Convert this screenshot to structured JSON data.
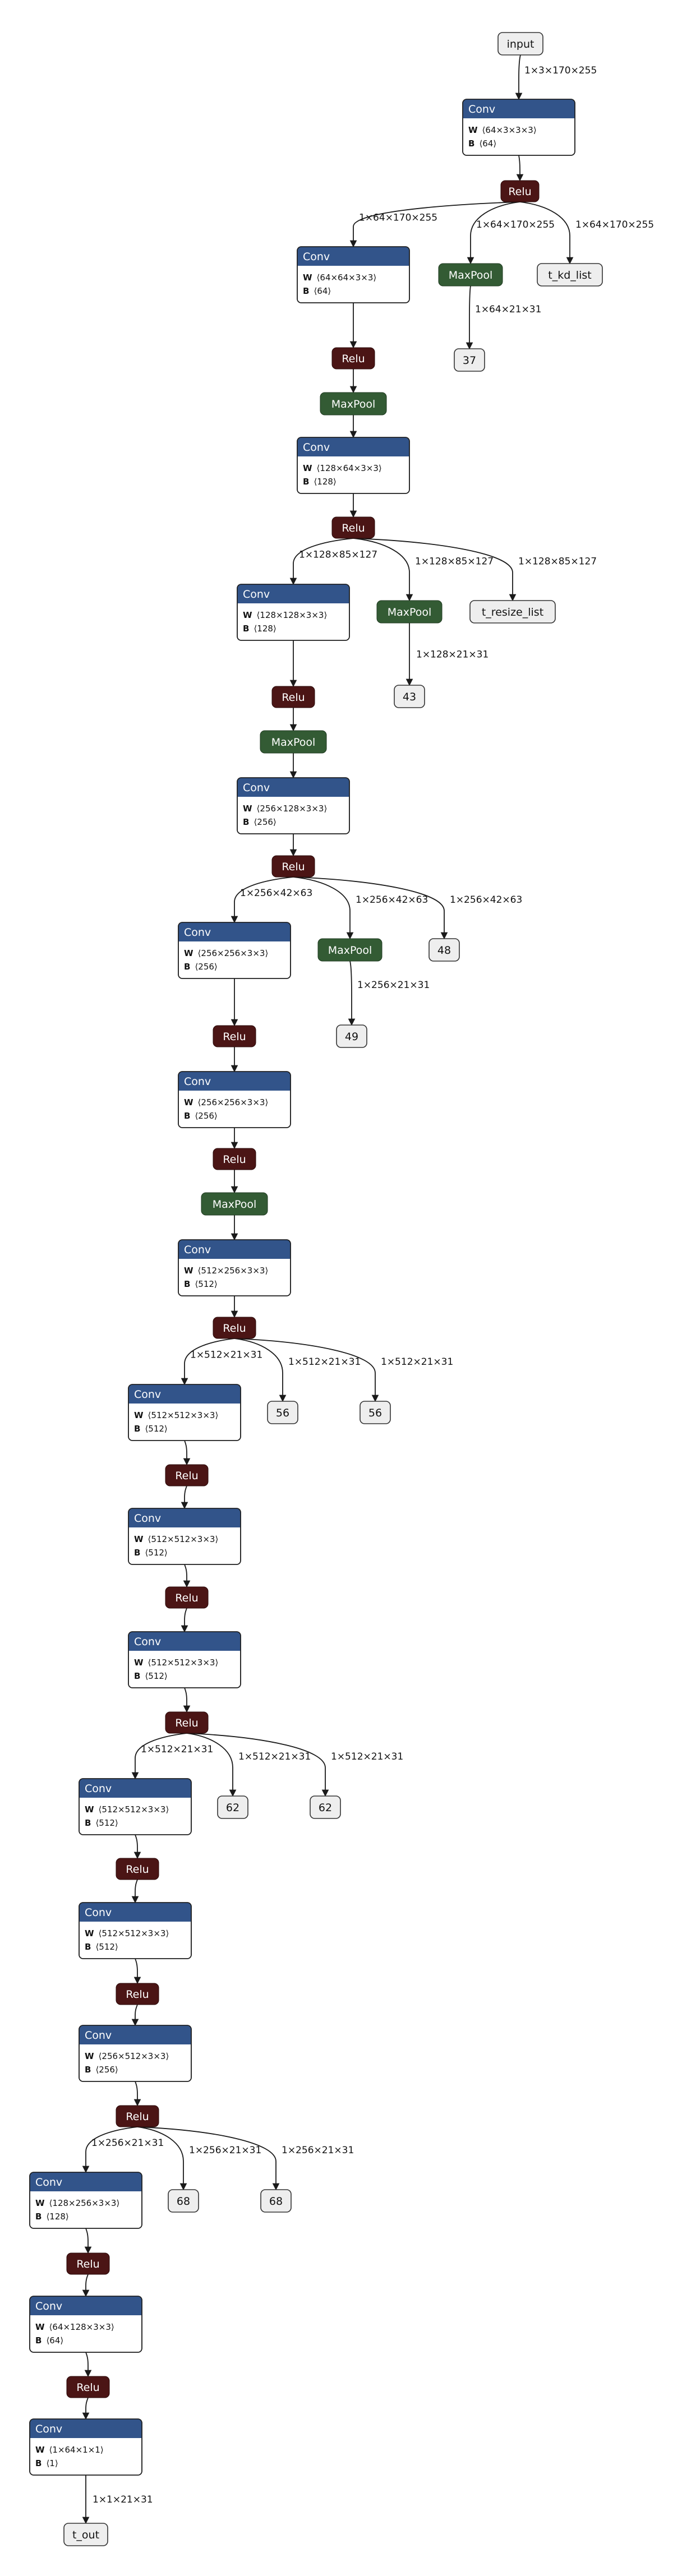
{
  "graph": {
    "nodes": [
      {
        "id": "input",
        "type": "io",
        "label": "input"
      },
      {
        "id": "conv1",
        "type": "conv",
        "title": "Conv",
        "w": "W",
        "w_shape": "⟨64×3×3×3⟩",
        "b": "B",
        "b_shape": "⟨64⟩"
      },
      {
        "id": "relu1",
        "type": "relu",
        "label": "Relu"
      },
      {
        "id": "tkd",
        "type": "io",
        "label": "t_kd_list"
      },
      {
        "id": "mp_side1",
        "type": "pool",
        "label": "MaxPool"
      },
      {
        "id": "out37",
        "type": "io",
        "label": "37"
      },
      {
        "id": "conv2",
        "type": "conv",
        "title": "Conv",
        "w": "W",
        "w_shape": "⟨64×64×3×3⟩",
        "b": "B",
        "b_shape": "⟨64⟩"
      },
      {
        "id": "relu2",
        "type": "relu",
        "label": "Relu"
      },
      {
        "id": "mp2",
        "type": "pool",
        "label": "MaxPool"
      },
      {
        "id": "conv3",
        "type": "conv",
        "title": "Conv",
        "w": "W",
        "w_shape": "⟨128×64×3×3⟩",
        "b": "B",
        "b_shape": "⟨128⟩"
      },
      {
        "id": "relu3",
        "type": "relu",
        "label": "Relu"
      },
      {
        "id": "trs",
        "type": "io",
        "label": "t_resize_list"
      },
      {
        "id": "mp_side3",
        "type": "pool",
        "label": "MaxPool"
      },
      {
        "id": "out43",
        "type": "io",
        "label": "43"
      },
      {
        "id": "conv4",
        "type": "conv",
        "title": "Conv",
        "w": "W",
        "w_shape": "⟨128×128×3×3⟩",
        "b": "B",
        "b_shape": "⟨128⟩"
      },
      {
        "id": "relu4",
        "type": "relu",
        "label": "Relu"
      },
      {
        "id": "mp4",
        "type": "pool",
        "label": "MaxPool"
      },
      {
        "id": "conv5",
        "type": "conv",
        "title": "Conv",
        "w": "W",
        "w_shape": "⟨256×128×3×3⟩",
        "b": "B",
        "b_shape": "⟨256⟩"
      },
      {
        "id": "relu5",
        "type": "relu",
        "label": "Relu"
      },
      {
        "id": "out48",
        "type": "io",
        "label": "48"
      },
      {
        "id": "mp_side5",
        "type": "pool",
        "label": "MaxPool"
      },
      {
        "id": "out49",
        "type": "io",
        "label": "49"
      },
      {
        "id": "conv6",
        "type": "conv",
        "title": "Conv",
        "w": "W",
        "w_shape": "⟨256×256×3×3⟩",
        "b": "B",
        "b_shape": "⟨256⟩"
      },
      {
        "id": "relu6",
        "type": "relu",
        "label": "Relu"
      },
      {
        "id": "conv7",
        "type": "conv",
        "title": "Conv",
        "w": "W",
        "w_shape": "⟨256×256×3×3⟩",
        "b": "B",
        "b_shape": "⟨256⟩"
      },
      {
        "id": "relu7",
        "type": "relu",
        "label": "Relu"
      },
      {
        "id": "mp7",
        "type": "pool",
        "label": "MaxPool"
      },
      {
        "id": "conv8",
        "type": "conv",
        "title": "Conv",
        "w": "W",
        "w_shape": "⟨512×256×3×3⟩",
        "b": "B",
        "b_shape": "⟨512⟩"
      },
      {
        "id": "relu8",
        "type": "relu",
        "label": "Relu"
      },
      {
        "id": "out56a",
        "type": "io",
        "label": "56"
      },
      {
        "id": "out56b",
        "type": "io",
        "label": "56"
      },
      {
        "id": "conv9",
        "type": "conv",
        "title": "Conv",
        "w": "W",
        "w_shape": "⟨512×512×3×3⟩",
        "b": "B",
        "b_shape": "⟨512⟩"
      },
      {
        "id": "relu9",
        "type": "relu",
        "label": "Relu"
      },
      {
        "id": "conv10",
        "type": "conv",
        "title": "Conv",
        "w": "W",
        "w_shape": "⟨512×512×3×3⟩",
        "b": "B",
        "b_shape": "⟨512⟩"
      },
      {
        "id": "relu10",
        "type": "relu",
        "label": "Relu"
      },
      {
        "id": "conv11",
        "type": "conv",
        "title": "Conv",
        "w": "W",
        "w_shape": "⟨512×512×3×3⟩",
        "b": "B",
        "b_shape": "⟨512⟩"
      },
      {
        "id": "relu11",
        "type": "relu",
        "label": "Relu"
      },
      {
        "id": "out62a",
        "type": "io",
        "label": "62"
      },
      {
        "id": "out62b",
        "type": "io",
        "label": "62"
      },
      {
        "id": "conv12",
        "type": "conv",
        "title": "Conv",
        "w": "W",
        "w_shape": "⟨512×512×3×3⟩",
        "b": "B",
        "b_shape": "⟨512⟩"
      },
      {
        "id": "relu12",
        "type": "relu",
        "label": "Relu"
      },
      {
        "id": "conv13",
        "type": "conv",
        "title": "Conv",
        "w": "W",
        "w_shape": "⟨512×512×3×3⟩",
        "b": "B",
        "b_shape": "⟨512⟩"
      },
      {
        "id": "relu13",
        "type": "relu",
        "label": "Relu"
      },
      {
        "id": "conv14",
        "type": "conv",
        "title": "Conv",
        "w": "W",
        "w_shape": "⟨256×512×3×3⟩",
        "b": "B",
        "b_shape": "⟨256⟩"
      },
      {
        "id": "relu14",
        "type": "relu",
        "label": "Relu"
      },
      {
        "id": "out68a",
        "type": "io",
        "label": "68"
      },
      {
        "id": "out68b",
        "type": "io",
        "label": "68"
      },
      {
        "id": "conv15",
        "type": "conv",
        "title": "Conv",
        "w": "W",
        "w_shape": "⟨128×256×3×3⟩",
        "b": "B",
        "b_shape": "⟨128⟩"
      },
      {
        "id": "relu15",
        "type": "relu",
        "label": "Relu"
      },
      {
        "id": "conv16",
        "type": "conv",
        "title": "Conv",
        "w": "W",
        "w_shape": "⟨64×128×3×3⟩",
        "b": "B",
        "b_shape": "⟨64⟩"
      },
      {
        "id": "relu16",
        "type": "relu",
        "label": "Relu"
      },
      {
        "id": "conv17",
        "type": "conv",
        "title": "Conv",
        "w": "W",
        "w_shape": "⟨1×64×1×1⟩",
        "b": "B",
        "b_shape": "⟨1⟩"
      },
      {
        "id": "tout",
        "type": "io",
        "label": "t_out"
      }
    ],
    "edges": [
      {
        "from": "input",
        "to": "conv1",
        "label": "1×3×170×255"
      },
      {
        "from": "conv1",
        "to": "relu1",
        "label": ""
      },
      {
        "from": "relu1",
        "to": "conv2",
        "label": "1×64×170×255"
      },
      {
        "from": "relu1",
        "to": "mp_side1",
        "label": "1×64×170×255"
      },
      {
        "from": "relu1",
        "to": "tkd",
        "label": "1×64×170×255"
      },
      {
        "from": "mp_side1",
        "to": "out37",
        "label": "1×64×21×31"
      },
      {
        "from": "conv2",
        "to": "relu2",
        "label": ""
      },
      {
        "from": "relu2",
        "to": "mp2",
        "label": ""
      },
      {
        "from": "mp2",
        "to": "conv3",
        "label": ""
      },
      {
        "from": "conv3",
        "to": "relu3",
        "label": ""
      },
      {
        "from": "relu3",
        "to": "conv4",
        "label": "1×128×85×127"
      },
      {
        "from": "relu3",
        "to": "mp_side3",
        "label": "1×128×85×127"
      },
      {
        "from": "relu3",
        "to": "trs",
        "label": "1×128×85×127"
      },
      {
        "from": "mp_side3",
        "to": "out43",
        "label": "1×128×21×31"
      },
      {
        "from": "conv4",
        "to": "relu4",
        "label": ""
      },
      {
        "from": "relu4",
        "to": "mp4",
        "label": ""
      },
      {
        "from": "mp4",
        "to": "conv5",
        "label": ""
      },
      {
        "from": "conv5",
        "to": "relu5",
        "label": ""
      },
      {
        "from": "relu5",
        "to": "conv6",
        "label": "1×256×42×63"
      },
      {
        "from": "relu5",
        "to": "mp_side5",
        "label": "1×256×42×63"
      },
      {
        "from": "relu5",
        "to": "out48",
        "label": "1×256×42×63"
      },
      {
        "from": "mp_side5",
        "to": "out49",
        "label": "1×256×21×31"
      },
      {
        "from": "conv6",
        "to": "relu6",
        "label": ""
      },
      {
        "from": "relu6",
        "to": "conv7",
        "label": ""
      },
      {
        "from": "conv7",
        "to": "relu7",
        "label": ""
      },
      {
        "from": "relu7",
        "to": "mp7",
        "label": ""
      },
      {
        "from": "mp7",
        "to": "conv8",
        "label": ""
      },
      {
        "from": "conv8",
        "to": "relu8",
        "label": ""
      },
      {
        "from": "relu8",
        "to": "conv9",
        "label": "1×512×21×31"
      },
      {
        "from": "relu8",
        "to": "out56a",
        "label": "1×512×21×31"
      },
      {
        "from": "relu8",
        "to": "out56b",
        "label": "1×512×21×31"
      },
      {
        "from": "conv9",
        "to": "relu9",
        "label": ""
      },
      {
        "from": "relu9",
        "to": "conv10",
        "label": ""
      },
      {
        "from": "conv10",
        "to": "relu10",
        "label": ""
      },
      {
        "from": "relu10",
        "to": "conv11",
        "label": ""
      },
      {
        "from": "conv11",
        "to": "relu11",
        "label": ""
      },
      {
        "from": "relu11",
        "to": "conv12",
        "label": "1×512×21×31"
      },
      {
        "from": "relu11",
        "to": "out62a",
        "label": "1×512×21×31"
      },
      {
        "from": "relu11",
        "to": "out62b",
        "label": "1×512×21×31"
      },
      {
        "from": "conv12",
        "to": "relu12",
        "label": ""
      },
      {
        "from": "relu12",
        "to": "conv13",
        "label": ""
      },
      {
        "from": "conv13",
        "to": "relu13",
        "label": ""
      },
      {
        "from": "relu13",
        "to": "conv14",
        "label": ""
      },
      {
        "from": "conv14",
        "to": "relu14",
        "label": ""
      },
      {
        "from": "relu14",
        "to": "conv15",
        "label": "1×256×21×31"
      },
      {
        "from": "relu14",
        "to": "out68a",
        "label": "1×256×21×31"
      },
      {
        "from": "relu14",
        "to": "out68b",
        "label": "1×256×21×31"
      },
      {
        "from": "conv15",
        "to": "relu15",
        "label": ""
      },
      {
        "from": "relu15",
        "to": "conv16",
        "label": ""
      },
      {
        "from": "conv16",
        "to": "relu16",
        "label": ""
      },
      {
        "from": "relu16",
        "to": "conv17",
        "label": ""
      },
      {
        "from": "conv17",
        "to": "tout",
        "label": "1×1×21×31"
      }
    ]
  }
}
